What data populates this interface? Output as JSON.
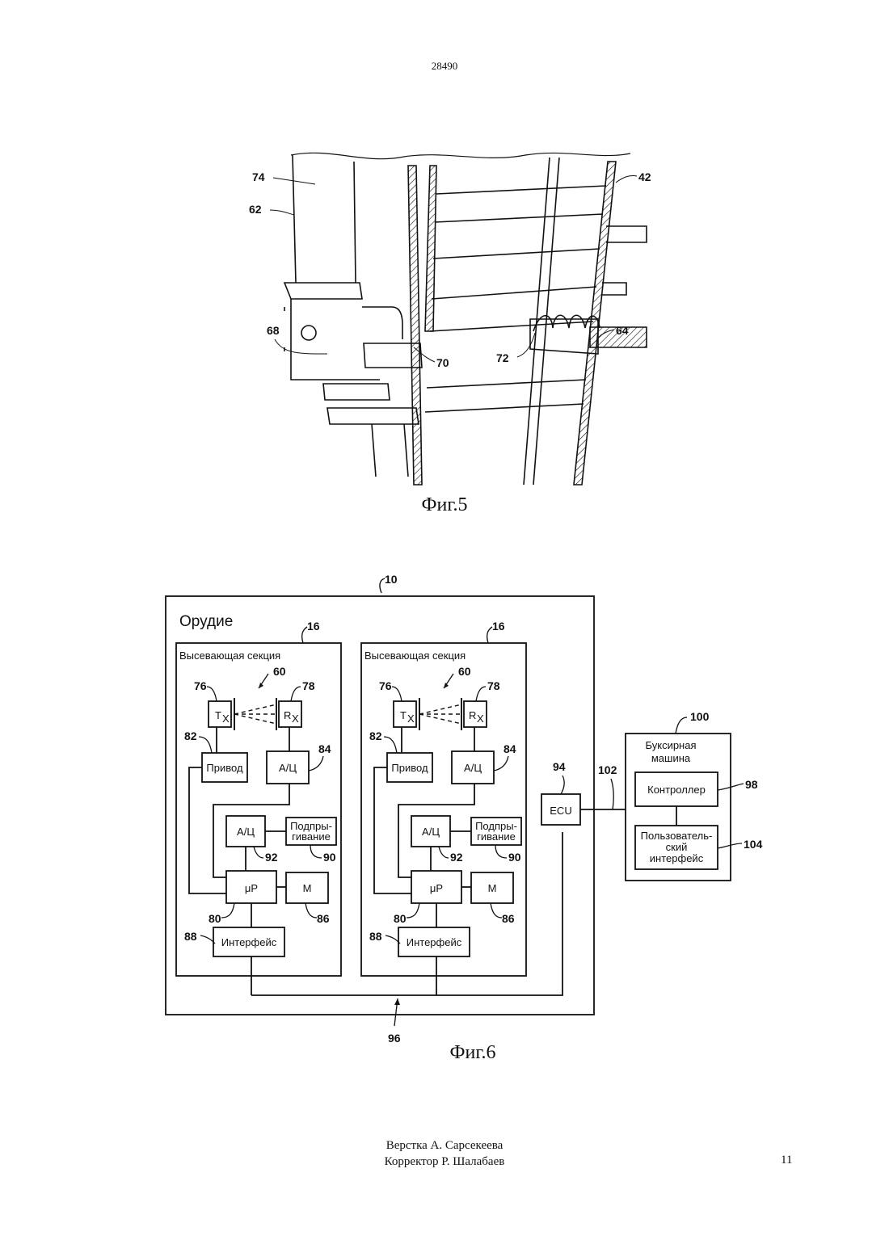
{
  "header": {
    "doc_number": "28490"
  },
  "fig5": {
    "caption": "Фиг.5",
    "labels": {
      "l74": "74",
      "l62": "62",
      "l42": "42",
      "l68": "68",
      "l70": "70",
      "l72": "72",
      "l64": "64"
    }
  },
  "fig6": {
    "caption": "Фиг.6",
    "implement": {
      "ref": "10",
      "title": "Орудие"
    },
    "sections": [
      {
        "ref": "16",
        "title": "Высевающая секция",
        "ref_beam": "60",
        "tx": {
          "ref": "76",
          "label": "T",
          "sub": "X"
        },
        "rx": {
          "ref": "78",
          "label": "R",
          "sub": "X"
        },
        "drive": {
          "ref": "82",
          "label": "Привод"
        },
        "adc1": {
          "ref": "84",
          "label": "А/Ц"
        },
        "adc2": {
          "ref": "92",
          "label": "А/Ц"
        },
        "bounce": {
          "ref": "90",
          "line1": "Подпры-",
          "line2": "гивание"
        },
        "mp": {
          "ref": "80",
          "label": "μP"
        },
        "mem": {
          "ref": "86",
          "label": "M"
        },
        "iface": {
          "ref": "88",
          "label": "Интерфейс"
        }
      },
      {
        "ref": "16",
        "title": "Высевающая секция",
        "ref_beam": "60",
        "tx": {
          "ref": "76",
          "label": "T",
          "sub": "X"
        },
        "rx": {
          "ref": "78",
          "label": "R",
          "sub": "X"
        },
        "drive": {
          "ref": "82",
          "label": "Привод"
        },
        "adc1": {
          "ref": "84",
          "label": "А/Ц"
        },
        "adc2": {
          "ref": "92",
          "label": "А/Ц"
        },
        "bounce": {
          "ref": "90",
          "line1": "Подпры-",
          "line2": "гивание"
        },
        "mp": {
          "ref": "80",
          "label": "μP"
        },
        "mem": {
          "ref": "86",
          "label": "M"
        },
        "iface": {
          "ref": "88",
          "label": "Интерфейс"
        }
      }
    ],
    "ecu": {
      "ref": "94",
      "label": "ECU"
    },
    "link_ref": "102",
    "bus_ref": "96",
    "tractor": {
      "ref": "100",
      "line1": "Буксирная",
      "line2": "машина",
      "controller": {
        "ref": "98",
        "label": "Контроллер"
      },
      "ui": {
        "ref": "104",
        "line1": "Пользователь-",
        "line2": "ский",
        "line3": "интерфейс"
      }
    }
  },
  "footer": {
    "layout_credit": "Верстка А. Сарсекеева",
    "corrector_credit": "Корректор Р. Шалабаев",
    "page_number": "11"
  }
}
